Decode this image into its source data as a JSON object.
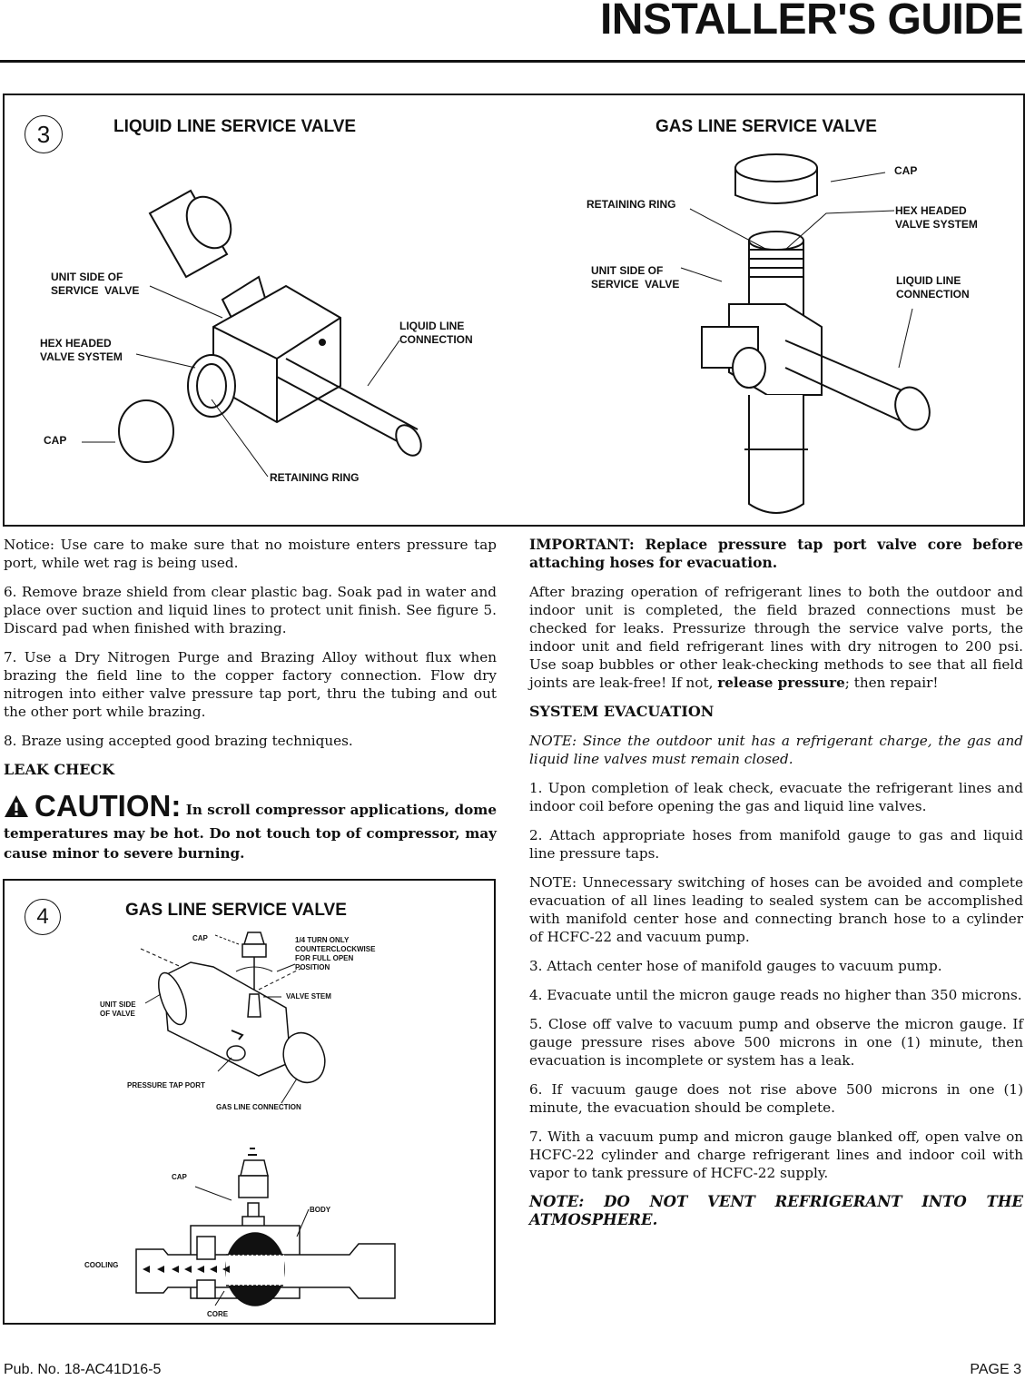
{
  "header": {
    "title": "INSTALLER'S GUIDE"
  },
  "figure3": {
    "number": "3",
    "left_diagram": {
      "title": "LIQUID LINE SERVICE VALVE",
      "callouts": {
        "unit_side": "UNIT SIDE OF\nSERVICE  VALVE",
        "hex_headed": "HEX HEADED\nVALVE SYSTEM",
        "cap": "CAP",
        "liquid_line": "LIQUID LINE\nCONNECTION",
        "retaining_ring": "RETAINING RING"
      }
    },
    "right_diagram": {
      "title": "GAS LINE SERVICE VALVE",
      "callouts": {
        "cap": "CAP",
        "retaining_ring": "RETAINING RING",
        "hex_headed": "HEX HEADED\nVALVE SYSTEM",
        "unit_side": "UNIT SIDE OF\nSERVICE  VALVE",
        "liquid_line": "LIQUID LINE\nCONNECTION"
      }
    }
  },
  "figure4": {
    "number": "4",
    "title": "GAS LINE SERVICE VALVE",
    "callouts": {
      "cap_top": "CAP",
      "quarter_turn": "1/4 TURN ONLY\nCOUNTERCLOCKWISE\nFOR FULL OPEN\nPOSITION",
      "valve_stem": "VALVE STEM",
      "unit_side": "UNIT SIDE\nOF VALVE",
      "pressure_tap": "PRESSURE TAP PORT",
      "gas_line": "GAS LINE CONNECTION",
      "cap_bottom": "CAP",
      "body": "BODY",
      "cooling": "COOLING",
      "core": "CORE"
    }
  },
  "left_column": {
    "notice": "Notice:  Use care to make sure that no moisture enters pressure tap port, while wet rag is being used.",
    "step6": "6.  Remove braze shield from clear plastic bag. Soak pad in water and place over suction and liquid lines to protect unit finish. See figure 5. Discard pad when finished with brazing.",
    "step7": "7.  Use a Dry Nitrogen Purge and Brazing Alloy without flux when brazing the field line to the copper factory connection. Flow dry nitrogen into either valve pressure tap port, thru the tubing and out the other port while brazing.",
    "step8": "8.  Braze using accepted good brazing techniques.",
    "leak_check_heading": "LEAK CHECK",
    "caution_label": "CAUTION:",
    "caution_text": " In scroll compressor applications, dome temperatures may be hot. Do not touch top of compressor, may cause minor to severe burning."
  },
  "right_column": {
    "important": "IMPORTANT: Replace pressure tap port valve core before attaching hoses for evacuation.",
    "leak_para_before": "After brazing operation of refrigerant lines to both the outdoor and indoor unit is completed, the field brazed connections must be checked for leaks.  Pressurize through the service valve ports, the indoor unit and field refrigerant lines with dry nitrogen to 200 psi. Use soap bubbles or other leak-checking methods to see that all field joints are leak-free!  If not, ",
    "leak_para_bold": "release pressure",
    "leak_para_after": "; then repair!",
    "evac_heading": "SYSTEM EVACUATION",
    "evac_note": "NOTE: Since the outdoor unit has a refrigerant charge, the gas and liquid line valves must remain closed.",
    "steps": [
      "1.  Upon completion of leak check, evacuate the refrigerant lines and indoor coil before opening the gas and liquid line valves.",
      "2.  Attach appropriate hoses from manifold gauge to gas and liquid line pressure taps.",
      "NOTE:  Unnecessary switching of hoses can be avoided and complete evacuation of all lines leading to sealed system can be accomplished with manifold center hose and connecting branch hose to a cylinder of  HCFC-22 and vacuum pump.",
      "3.  Attach center hose of manifold gauges to vacuum pump.",
      "4.  Evacuate until the micron gauge reads no higher than 350 microns.",
      "5.  Close off valve to vacuum pump and observe the micron gauge. If gauge pressure rises above 500 microns in one (1) minute, then evacuation is incomplete or system has a leak.",
      "6.  If vacuum gauge does not rise above 500 microns in one (1) minute, the evacuation should be complete.",
      "7.  With a vacuum pump and micron gauge blanked off, open valve on HCFC-22 cylinder and charge refrigerant lines and indoor coil with vapor to tank pressure of HCFC-22 supply."
    ],
    "final_note": "NOTE:  DO NOT VENT REFRIGERANT INTO THE ATMOSPHERE."
  },
  "footer": {
    "pub_no": "Pub. No. 18-AC41D16-5",
    "page": "PAGE 3"
  }
}
